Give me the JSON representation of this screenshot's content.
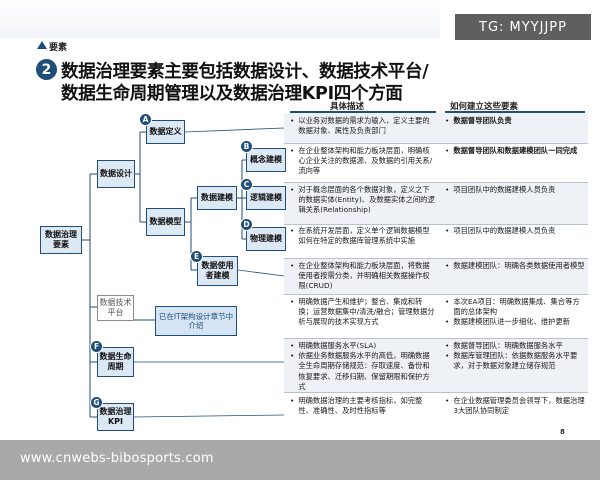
{
  "watermark": "TG: MYYJJPP",
  "section_label": "要素",
  "title": {
    "number": "2",
    "line1": "数据治理要素主要包括数据设计、数据技术平台/",
    "line2": "数据生命周期管理以及数据治理KPI四个方面"
  },
  "columns": {
    "desc": "具体描述",
    "resp": "如何建立这些要素"
  },
  "nodes": {
    "root": "数据治理要素",
    "design": "数据设计",
    "tech": "数据技术平台",
    "lifecycle": "数据生命周期",
    "kpi": "数据治理KPI",
    "definition": "数据定义",
    "model": "数据模型",
    "modeling": "数据建模",
    "concept": "概念建模",
    "logical": "逻辑建模",
    "physical": "物理建模",
    "usage": "数据使用者建模",
    "callout": "已在IT架构设计章节中介绍"
  },
  "badges": [
    "A",
    "B",
    "C",
    "D",
    "E",
    "F",
    "G"
  ],
  "rows": [
    {
      "desc": [
        "以业务对数据的需求为输入，定义主要的数据对象、属性及负责部门"
      ],
      "resp": [
        "数据督导团队负责"
      ]
    },
    {
      "desc": [
        "在企业整体架构和能力板块层面，明确核心企业关注的数据源、及数据的引用关系/流向等"
      ],
      "resp": [
        "数据督导团队和数据建模团队一同完成"
      ]
    },
    {
      "desc": [
        "对于概念层面的各个数据对象，定义之下的数据实体(Entity)、及数据实体之间的逻辑关系(Relationship)"
      ],
      "resp": [
        "项目团队中的数据建模人员负责"
      ]
    },
    {
      "desc": [
        "在系统开发层面，定义单个逻辑数据模型如何在特定的数据库管理系统中实施"
      ],
      "resp": [
        "项目团队中的数据建模人员负责"
      ]
    },
    {
      "desc": [
        "在企业整体架构和能力板块层面，将数据使用者按需分类，并明确相关数据操作权限(CRUD)"
      ],
      "resp": [
        "数据建模团队：明确各类数据使用者模型"
      ]
    },
    {
      "desc": [
        "明确数据产生和维护；整合、集成和转换；运营数据集中/清洗/融合；管理数据分析与展现的技术实现方式"
      ],
      "resp": [
        "本次EA项目：明确数据集成、集合等方面的总体架构",
        "数据建模团队进一步细化、维护更新"
      ]
    },
    {
      "desc": [
        "明确数据服务水平(SLA)",
        "依据业务数据服务水平的高低，明确数据全生命周期存储规范：存取速度、备份和恢复要求、迁移归期、保留期限和保护方式"
      ],
      "resp": [
        "数据督导团队：明确数据服务水平",
        "数据库管理团队：依据数据服务水平要求，对于数据对象建立储存规范"
      ]
    },
    {
      "desc": [
        "明确数据治理的主要考核指标，如完整性、准确性、及时性指标等"
      ],
      "resp": [
        "在企业数据管理委员会领导下，数据治理3大团队协同制定"
      ]
    }
  ],
  "footer": "www.cnwebs-bibosports.com",
  "page_number": "8",
  "colors": {
    "accent": "#1f4e79",
    "node_fill": "#dde8f5",
    "callout_fill": "#d4e4f4"
  }
}
